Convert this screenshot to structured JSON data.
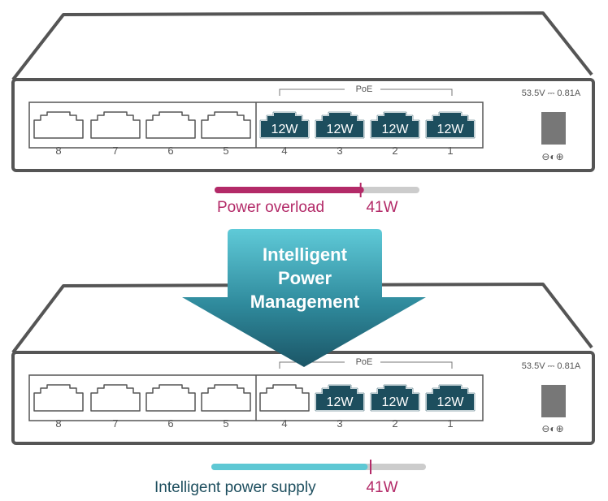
{
  "top_switch": {
    "poe_label": "PoE",
    "power_spec": "53.5V ⎓ 0.81A",
    "ports": [
      {
        "number": "8",
        "poe": false,
        "badge": ""
      },
      {
        "number": "7",
        "poe": false,
        "badge": ""
      },
      {
        "number": "6",
        "poe": false,
        "badge": ""
      },
      {
        "number": "5",
        "poe": false,
        "badge": ""
      },
      {
        "number": "4",
        "poe": true,
        "badge": "12W"
      },
      {
        "number": "3",
        "poe": true,
        "badge": "12W"
      },
      {
        "number": "2",
        "poe": true,
        "badge": "12W"
      },
      {
        "number": "1",
        "poe": true,
        "badge": "12W"
      }
    ],
    "bar": {
      "label": "Power overload",
      "limit_label": "41W",
      "fill_fraction": 0.72,
      "limit_fraction": 0.72,
      "fill_color": "#b32a68",
      "label_color": "#b32a68"
    }
  },
  "arrow": {
    "lines": [
      "Intelligent",
      "Power",
      "Management"
    ]
  },
  "bottom_switch": {
    "poe_label": "PoE",
    "power_spec": "53.5V ⎓ 0.81A",
    "ports": [
      {
        "number": "8",
        "poe": false,
        "badge": ""
      },
      {
        "number": "7",
        "poe": false,
        "badge": ""
      },
      {
        "number": "6",
        "poe": false,
        "badge": ""
      },
      {
        "number": "5",
        "poe": false,
        "badge": ""
      },
      {
        "number": "4",
        "poe": false,
        "badge": ""
      },
      {
        "number": "3",
        "poe": true,
        "badge": "12W"
      },
      {
        "number": "2",
        "poe": true,
        "badge": "12W"
      },
      {
        "number": "1",
        "poe": true,
        "badge": "12W"
      }
    ],
    "bar": {
      "label": "Intelligent power supply",
      "limit_label": "41W",
      "fill_fraction": 0.72,
      "limit_fraction": 0.75,
      "fill_color": "#5ec8d4",
      "label_color": "#b32a68"
    }
  },
  "colors": {
    "outline": "#555555",
    "port_active": "#1d4e5e",
    "bar_track": "#cccccc",
    "caption_teal": "#1d4e5e"
  },
  "icons": [
    "rj45-port-icon",
    "power-jack-icon",
    "dc-polarity-icon",
    "down-arrow-icon"
  ]
}
